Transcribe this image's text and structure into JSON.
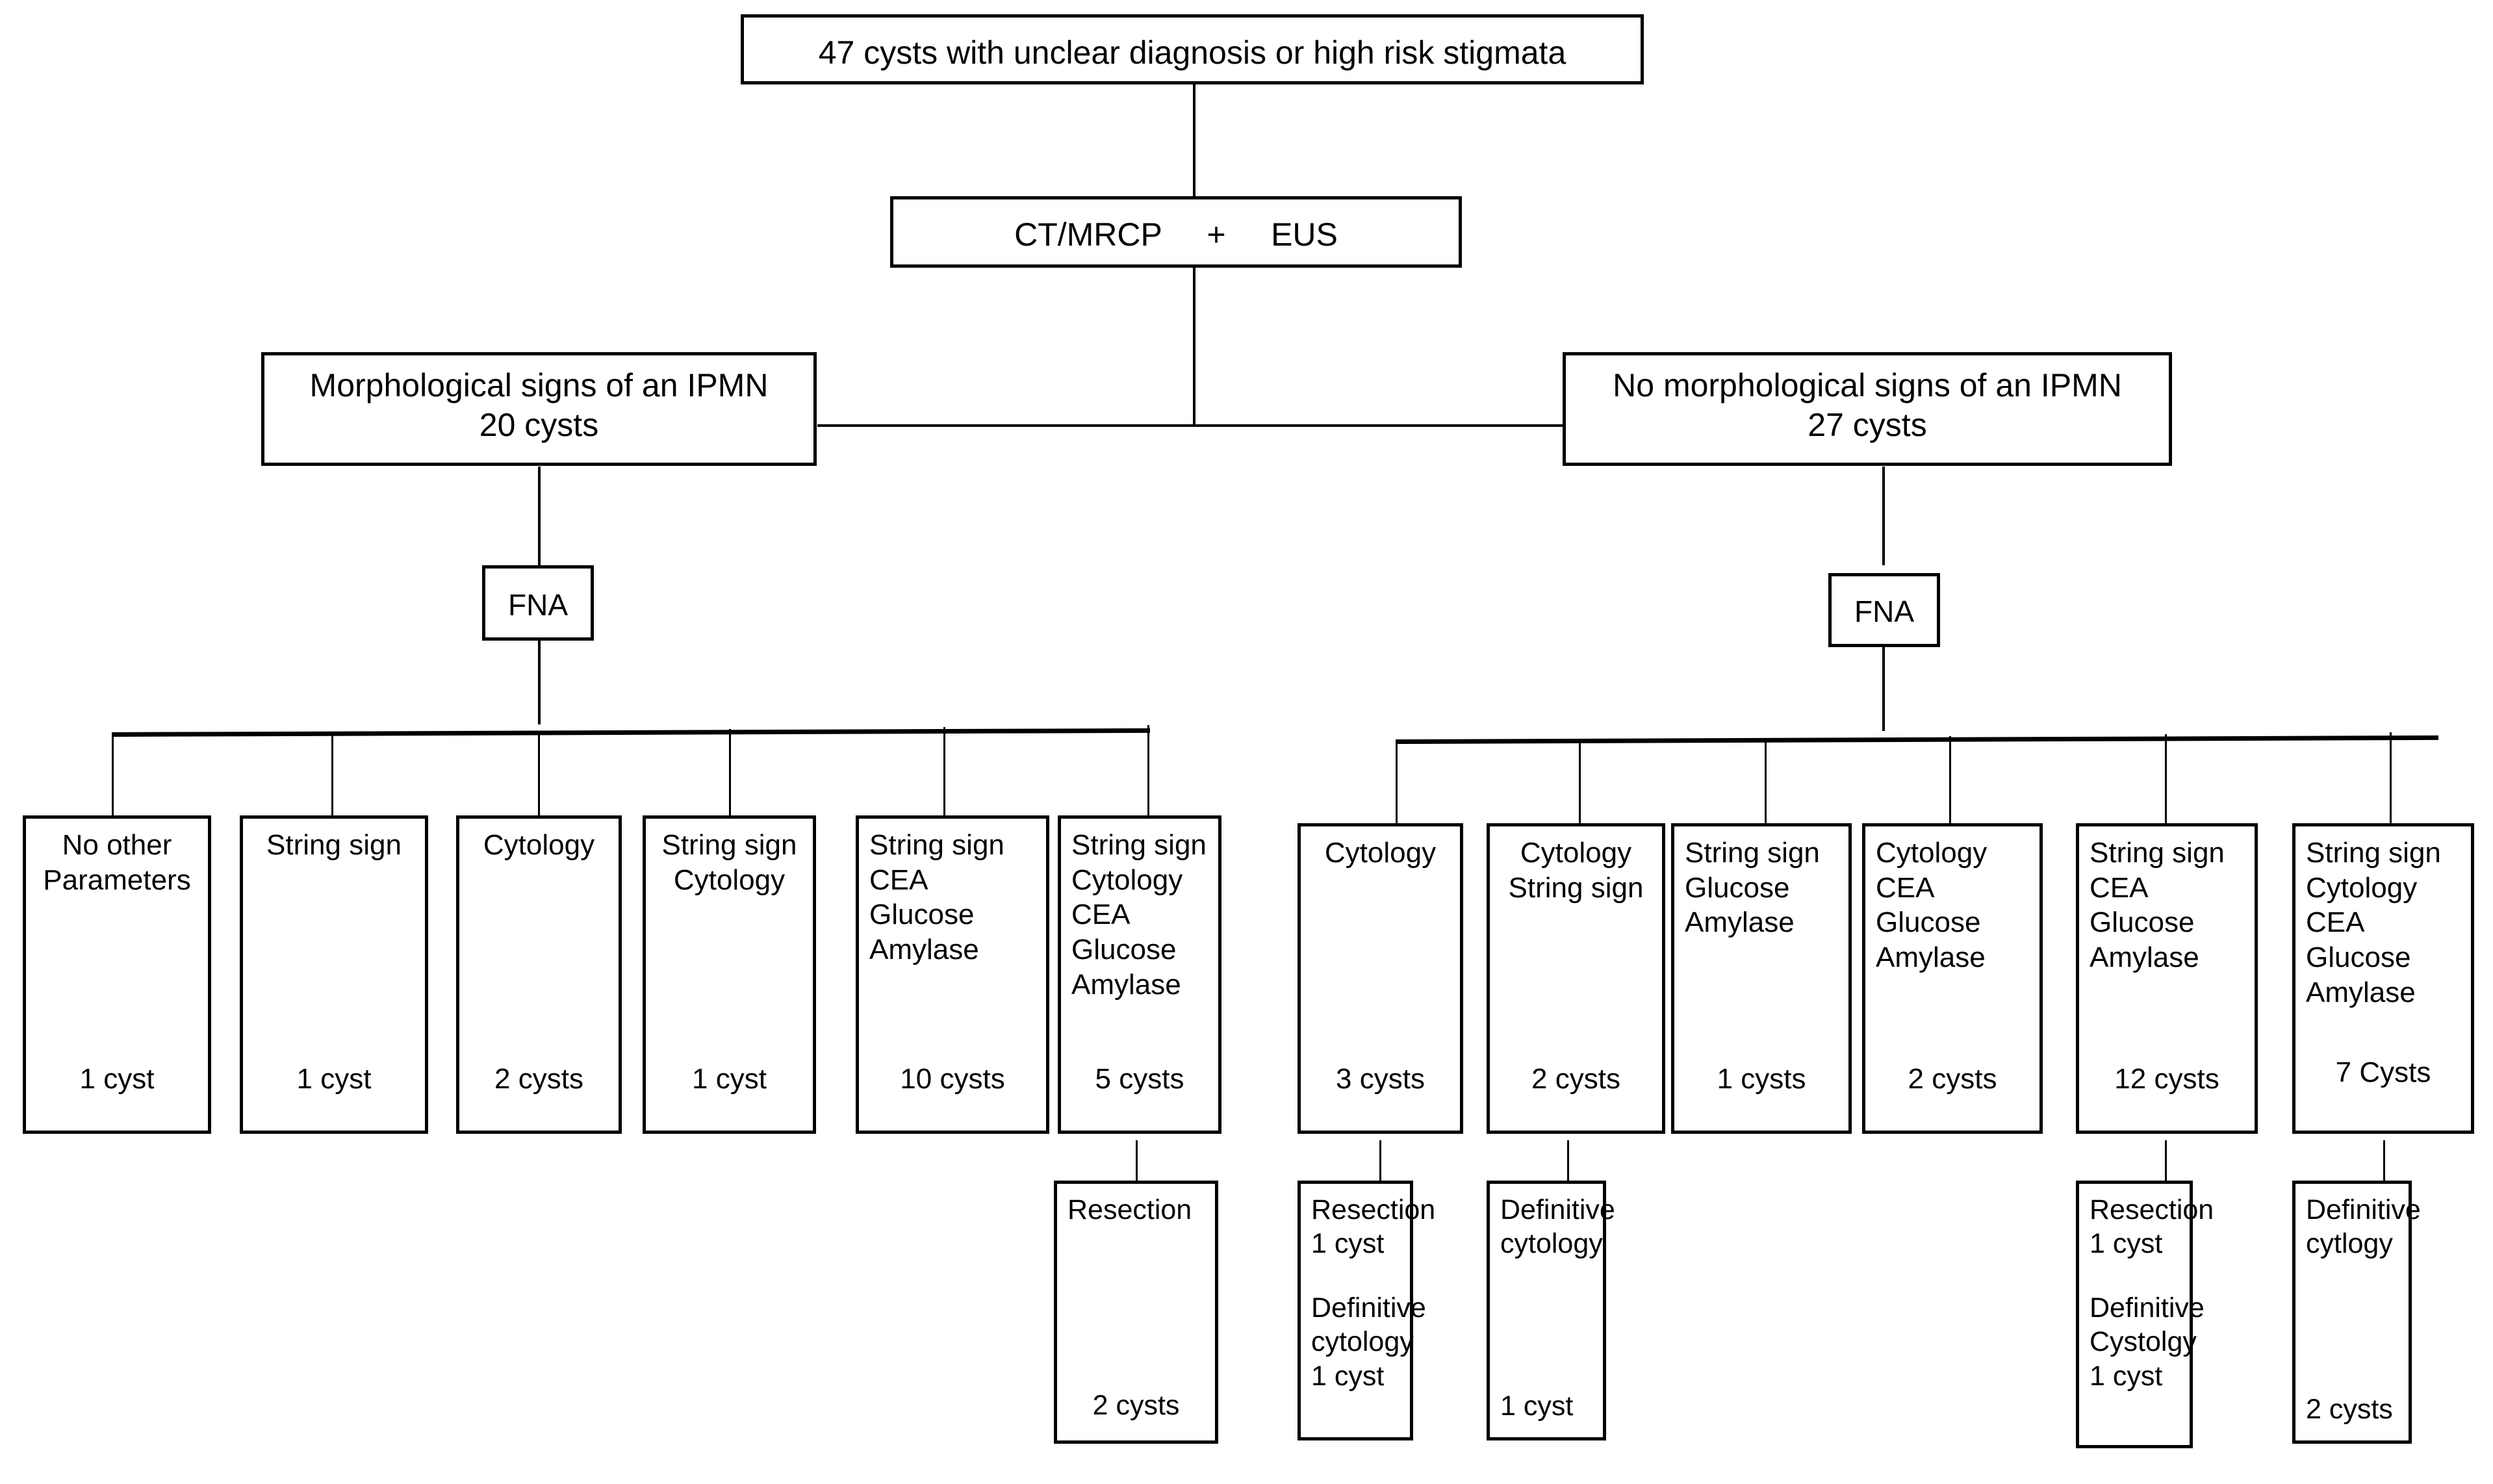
{
  "diagram": {
    "title_box": {
      "label": "47 cysts with unclear diagnosis or high risk stigmata"
    },
    "imaging_box": {
      "label": "CT/MRCP     +     EUS"
    },
    "branch_left": {
      "line1": "Morphological signs of an IPMN",
      "line2": "20 cysts"
    },
    "branch_right": {
      "line1": "No morphological signs of an IPMN",
      "line2": "27 cysts"
    },
    "fna_left": {
      "label": "FNA"
    },
    "fna_right": {
      "label": "FNA"
    },
    "left_leaves": [
      {
        "params": [
          "No other",
          "Parameters"
        ],
        "count": "1 cyst"
      },
      {
        "params": [
          "String sign"
        ],
        "count": "1 cyst"
      },
      {
        "params": [
          "Cytology"
        ],
        "count": "2 cysts"
      },
      {
        "params": [
          "String sign",
          "Cytology"
        ],
        "count": "1 cyst"
      },
      {
        "params": [
          "String sign",
          "CEA",
          "Glucose",
          "Amylase"
        ],
        "count": "10 cysts"
      },
      {
        "params": [
          "String sign",
          "Cytology",
          "CEA",
          "Glucose",
          "Amylase"
        ],
        "count": "5 cysts"
      }
    ],
    "right_leaves": [
      {
        "params": [
          "Cytology"
        ],
        "count": "3 cysts"
      },
      {
        "params": [
          "Cytology",
          "String sign"
        ],
        "count": "2 cysts"
      },
      {
        "params": [
          "String sign",
          "Glucose",
          "Amylase"
        ],
        "count": "1 cysts"
      },
      {
        "params": [
          "Cytology",
          "CEA",
          "Glucose",
          "Amylase"
        ],
        "count": "2 cysts"
      },
      {
        "params": [
          "String sign",
          "CEA",
          "Glucose",
          "Amylase"
        ],
        "count": "12 cysts"
      },
      {
        "params": [
          "String sign",
          "Cytology",
          "CEA",
          "Glucose",
          "Amylase"
        ],
        "count": "7 Cysts"
      }
    ],
    "outcomes": [
      {
        "top": [
          "Resection"
        ],
        "bottom": [
          "2 cysts"
        ]
      },
      {
        "top": [
          "Resection",
          "1 cyst",
          "",
          "Definitive",
          "cytology",
          "1 cyst"
        ],
        "bottom": []
      },
      {
        "top": [
          "Definitive",
          "cytology"
        ],
        "bottom": [
          "1 cyst"
        ]
      },
      {
        "top": [
          "Resection",
          "1 cyst",
          "",
          "Definitive",
          "Cystolgy",
          "1 cyst"
        ],
        "bottom": []
      },
      {
        "top": [
          "Definitive",
          "cytlogy"
        ],
        "bottom": [
          "2 cysts"
        ]
      }
    ],
    "colors": {
      "stroke": "#000000",
      "background": "#ffffff",
      "text": "#000000"
    }
  }
}
